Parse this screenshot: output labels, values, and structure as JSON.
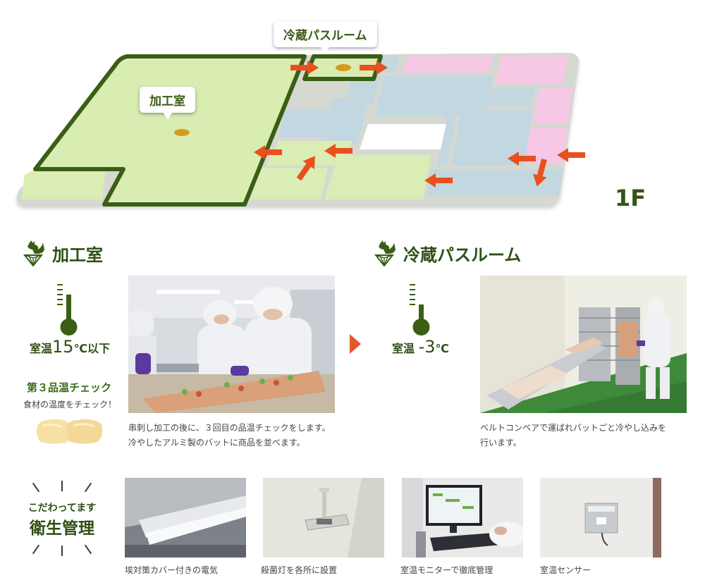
{
  "map": {
    "callout_pass_room": "冷蔵パスルーム",
    "callout_processing_room": "加工室",
    "floor_label": "1F"
  },
  "processing": {
    "title": "加工室",
    "temp_prefix": "室温",
    "temp_value": "15",
    "temp_suffix": "℃以下",
    "check_title": "第３品温チェック",
    "check_sub": "食材の温度をチェック！",
    "caption_line1": "串刺し加工の後に、３回目の品温チェックをします。",
    "caption_line2": "冷やしたアルミ製のバットに商品を並べます。"
  },
  "pass_room": {
    "title": "冷蔵パスルーム",
    "temp_prefix": "室温",
    "temp_value": "-3",
    "temp_suffix": "℃",
    "caption_line1": "ベルトコンベアで運ばれバットごと冷やし込みを",
    "caption_line2": "行います。"
  },
  "hygiene": {
    "lead": "こだわってます",
    "title": "衛生管理",
    "items": [
      {
        "caption": "埃対策カバー付きの電気"
      },
      {
        "caption": "殺菌灯を各所に設置"
      },
      {
        "caption": "室温モニターで徹底管理"
      },
      {
        "caption": "室温センサー"
      }
    ]
  },
  "colors": {
    "dark_green": "#3a5e14",
    "light_green": "#d8ebb0",
    "blue_gray": "#c2d6e0",
    "pink": "#f6c7e6",
    "arrow_orange": "#e8501e"
  }
}
